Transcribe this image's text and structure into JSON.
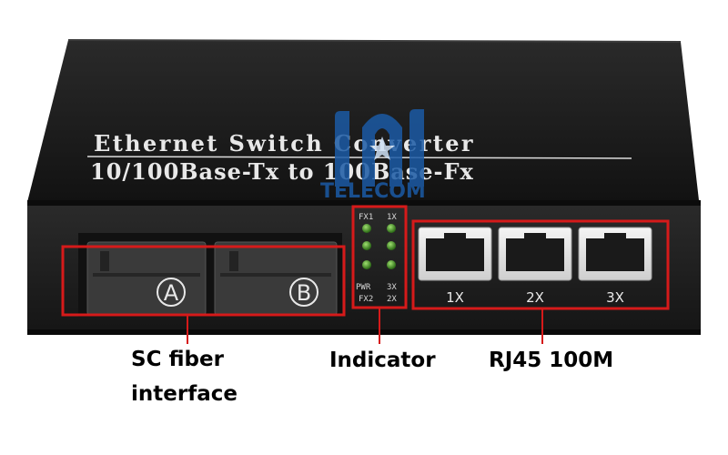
{
  "device": {
    "title_line1": "Ethernet Switch Converter",
    "title_line2": "10/100Base-Tx to 100Base-Fx",
    "watermark": "TELECOM",
    "sc_ports": [
      "A",
      "B"
    ],
    "led_labels": {
      "top_left": "FX1",
      "top_right": "1X",
      "bottom_left_1": "PWR",
      "bottom_right_1": "3X",
      "bottom_left_2": "FX2",
      "bottom_right_2": "2X"
    },
    "rj45_ports": [
      "1X",
      "2X",
      "3X"
    ]
  },
  "callouts": {
    "sc_line1": "SC  fiber",
    "sc_line2": "interface",
    "indicator": "Indicator",
    "rj45": "RJ45 100M"
  },
  "colors": {
    "body": "#1e1e1e",
    "callout_box": "#d61a1a",
    "led": "#4f9d2d",
    "watermark": "#1b5aa5",
    "silk": "#e8e8e8"
  }
}
